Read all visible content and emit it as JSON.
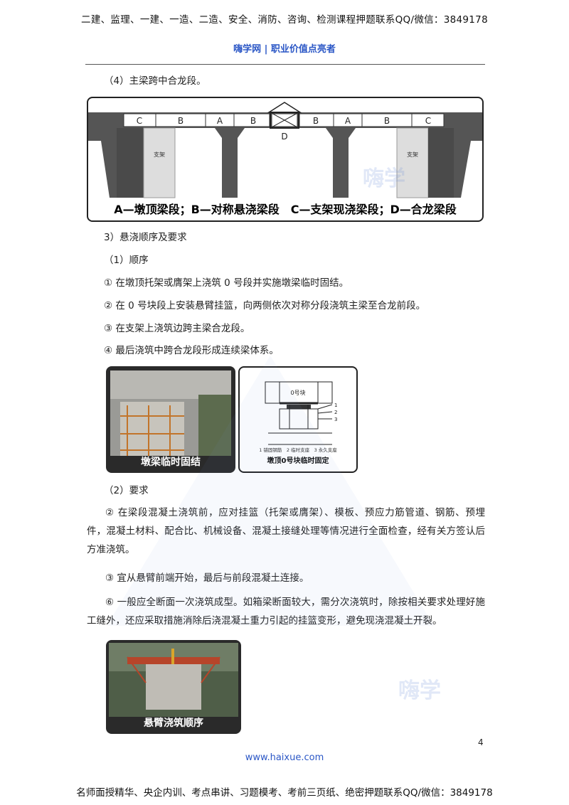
{
  "header": {
    "top_text": "二建、监理、一建、一造、二造、安全、消防、咨询、检测课程押题联系QQ/微信：3849178",
    "brand_line": "嗨学网 | 职业价值点亮者"
  },
  "section_4_title": "（4）主梁跨中合龙段。",
  "diagram": {
    "labels_top": [
      "C",
      "B",
      "A",
      "B",
      "B",
      "A",
      "B",
      "C"
    ],
    "closure_label": "D",
    "support_label": "支架",
    "caption": "A—墩顶梁段；B—对称悬浇梁段　C—支架现浇梁段；D—合龙梁段"
  },
  "section_3": {
    "title": "3）悬浇顺序及要求",
    "order_title": "（1）顺序",
    "items": [
      "① 在墩顶托架或膺架上浇筑 0 号段并实施墩梁临时固结。",
      "② 在 0 号块段上安装悬臂挂篮，向两侧依次对称分段浇筑主梁至合龙前段。",
      "③ 在支架上浇筑边跨主梁合龙段。",
      "④ 最后浇筑中跨合龙段形成连续梁体系。"
    ]
  },
  "figure_pair": {
    "left_caption": "墩梁临时固结",
    "right_caption": "墩顶0号块临时固定",
    "right_block_label": "0号块",
    "right_numbers": [
      "1",
      "2",
      "3"
    ],
    "right_legend": "1 锚固钢筋　2 临时支座　3 永久支座"
  },
  "requirements": {
    "title": "（2）要求",
    "p1": "② 在梁段混凝土浇筑前，应对挂篮（托架或膺架）、模板、预应力筋管道、钢筋、预埋件，混凝土材料、配合比、机械设备、混凝土接缝处理等情况进行全面检查，经有关方签认后方准浇筑。",
    "p2": "③ 宜从悬臂前端开始，最后与前段混凝土连接。",
    "p3": "⑥ 一般应全断面一次浇筑成型。如箱梁断面较大，需分次浇筑时，除按相关要求处理好施工缝外，还应采取措施消除后浇混凝土重力引起的挂篮变形，避免现浇混凝土开裂。"
  },
  "bottom_photo_caption": "悬臂浇筑顺序",
  "watermark": "嗨学",
  "page_number": "4",
  "footer": {
    "url": "www.haixue.com",
    "text": "名师面授精华、央企内训、考点串讲、习题模考、考前三页纸、绝密押题联系QQ/微信：3849178"
  }
}
